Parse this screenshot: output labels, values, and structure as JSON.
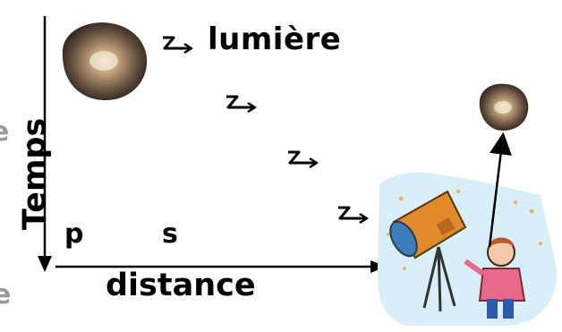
{
  "labels": {
    "light": "lumière",
    "time_axis": "Temps",
    "distance_axis": "distance",
    "point_p": "p",
    "point_s": "s"
  },
  "ghost_fragments": [
    "e",
    ".",
    "e"
  ],
  "colors": {
    "axis": "#000000",
    "galaxy_core": "#d8c6a3",
    "galaxy_edge": "#4a3a2e",
    "telescope": "#e08a2a",
    "sky_scene": "#cfe8f5"
  },
  "icons": [
    "galaxy-icon",
    "photon-arrow-icon",
    "telescope-observer-icon"
  ]
}
